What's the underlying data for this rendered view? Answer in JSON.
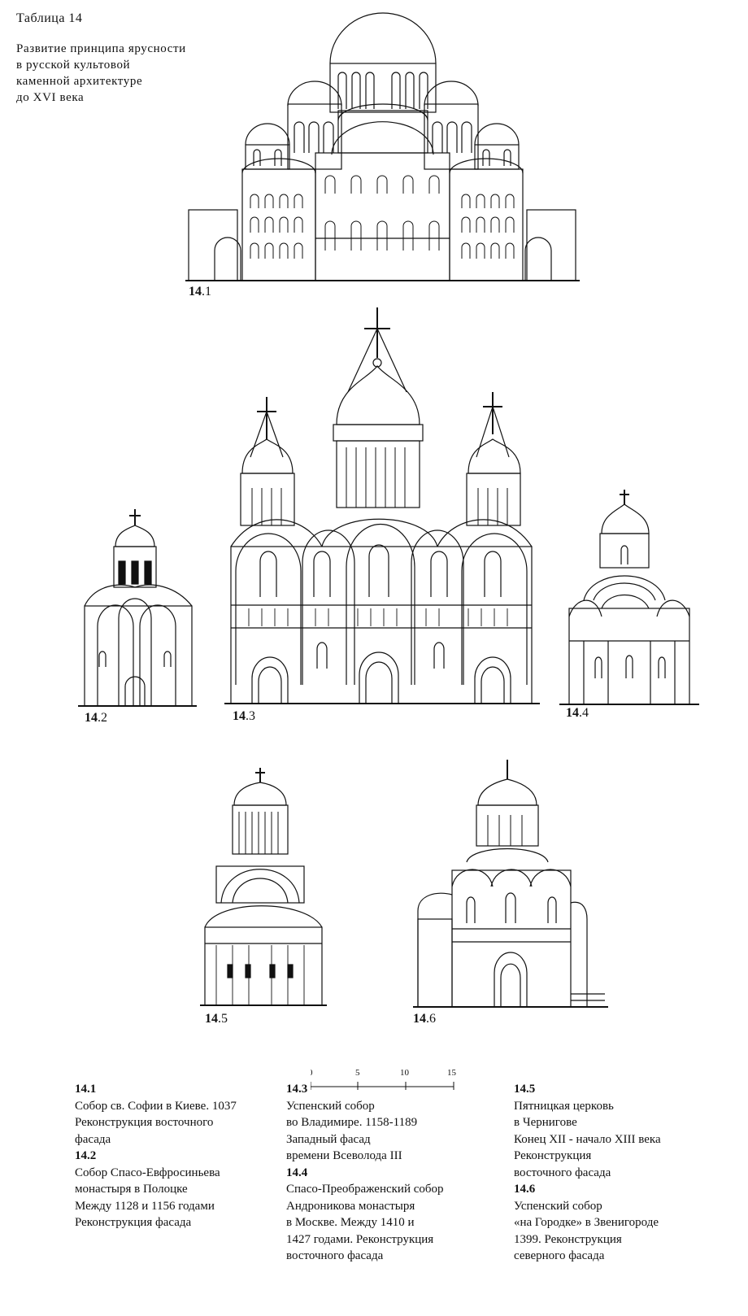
{
  "header": {
    "table_title": "Таблица 14",
    "subtitle_lines": [
      "Развитие принципа ярусности",
      "в русской культовой",
      "каменной архитектуре",
      "до XVI века"
    ]
  },
  "figure_labels": {
    "f1": {
      "num": "14",
      "sub": ".1"
    },
    "f2": {
      "num": "14",
      "sub": ".2"
    },
    "f3": {
      "num": "14",
      "sub": ".3"
    },
    "f4": {
      "num": "14",
      "sub": ".4"
    },
    "f5": {
      "num": "14",
      "sub": ".5"
    },
    "f6": {
      "num": "14",
      "sub": ".6"
    }
  },
  "scale_bar": {
    "ticks": [
      "0",
      "5",
      "10",
      "15"
    ]
  },
  "captions": {
    "c1": {
      "num": "14.1",
      "lines": [
        "Собор св. Софии в Киеве. 1037",
        "Реконструкция восточного",
        "фасада"
      ]
    },
    "c2": {
      "num": "14.2",
      "lines": [
        "Собор Спасо-Евфросиньева",
        "монастыря в Полоцке",
        "Между 1128 и 1156 годами",
        "Реконструкция фасада"
      ]
    },
    "c3": {
      "num": "14.3",
      "lines": [
        "Успенский собор",
        "во Владимире. 1158-1189",
        "Западный фасад",
        "времени Всеволода III"
      ]
    },
    "c4": {
      "num": "14.4",
      "lines": [
        "Спасо-Преображенский собор",
        "Андроникова монастыря",
        "в Москве. Между 1410 и",
        "1427 годами. Реконструкция",
        "восточного фасада"
      ]
    },
    "c5": {
      "num": "14.5",
      "lines": [
        "Пятницкая церковь",
        "в Чернигове",
        "Конец XII - начало XIII века",
        "Реконструкция",
        "восточного фасада"
      ]
    },
    "c6": {
      "num": "14.6",
      "lines": [
        "Успенский собор",
        "«на Городке» в Звенигороде",
        "1399. Реконструкция",
        "северного фасада"
      ]
    }
  }
}
